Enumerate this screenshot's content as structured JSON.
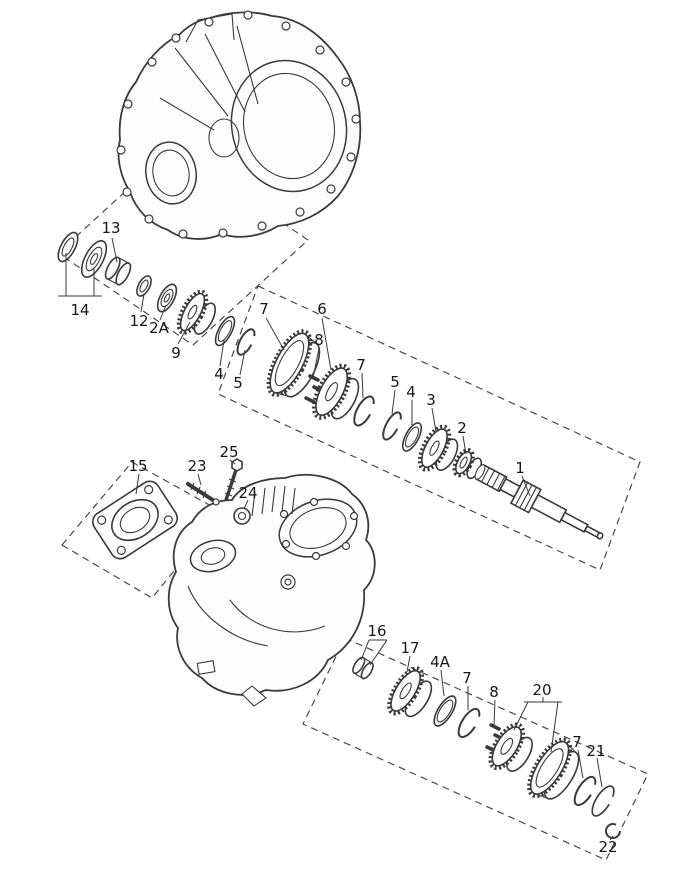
{
  "diagram": {
    "background": "#ffffff",
    "line_color": "#3a3a3a",
    "callouts": [
      {
        "text": "13"
      },
      {
        "text": "14"
      },
      {
        "text": "12"
      },
      {
        "text": "2A"
      },
      {
        "text": "9"
      },
      {
        "text": "4"
      },
      {
        "text": "5"
      },
      {
        "text": "7"
      },
      {
        "text": "6"
      },
      {
        "text": "8"
      },
      {
        "text": "7"
      },
      {
        "text": "5"
      },
      {
        "text": "4"
      },
      {
        "text": "3"
      },
      {
        "text": "2"
      },
      {
        "text": "1"
      },
      {
        "text": "15"
      },
      {
        "text": "23"
      },
      {
        "text": "25"
      },
      {
        "text": "24"
      },
      {
        "text": "16"
      },
      {
        "text": "17"
      },
      {
        "text": "4A"
      },
      {
        "text": "7"
      },
      {
        "text": "8"
      },
      {
        "text": "20"
      },
      {
        "text": "7"
      },
      {
        "text": "21"
      },
      {
        "text": "22"
      }
    ]
  }
}
